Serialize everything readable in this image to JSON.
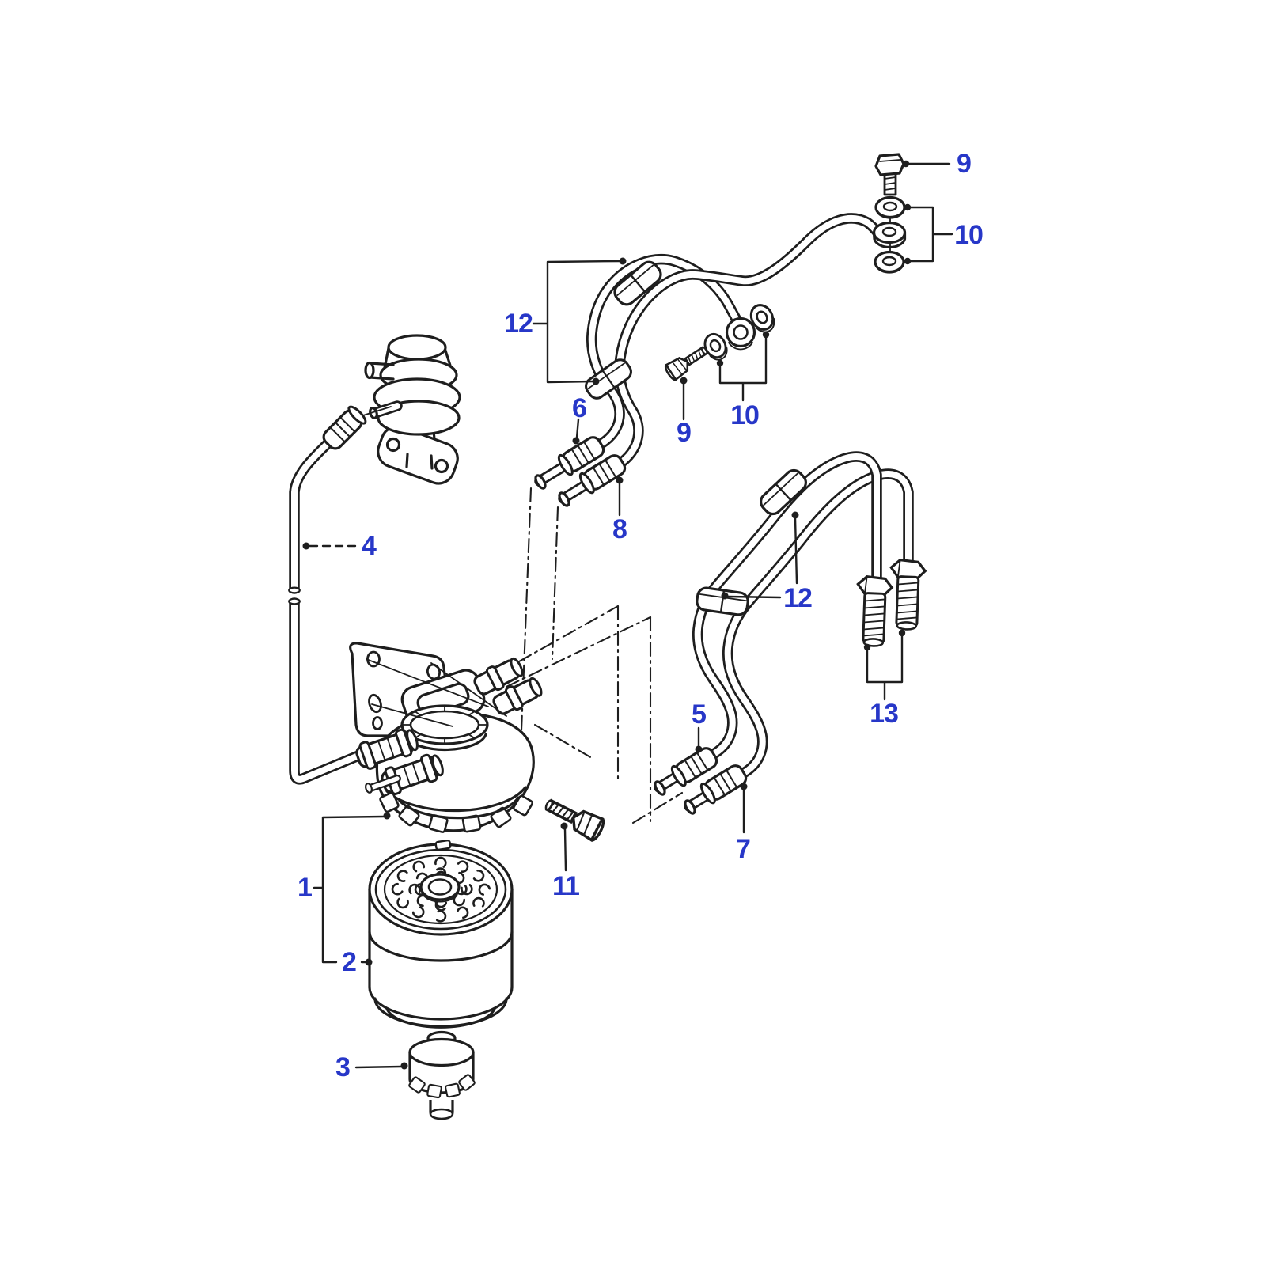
{
  "figure": {
    "kind": "exploded-parts-line-diagram",
    "background_color": "#ffffff",
    "line_color": "#1e1e1e",
    "callout_color": "#2737c8",
    "part_numbers_visible": [
      "1",
      "2",
      "3",
      "4",
      "5",
      "6",
      "7",
      "8",
      "9",
      "10",
      "11",
      "12",
      "13"
    ],
    "callouts": {
      "n1": {
        "text": "1"
      },
      "n2": {
        "text": "2"
      },
      "n3": {
        "text": "3"
      },
      "n4": {
        "text": "4"
      },
      "n5": {
        "text": "5"
      },
      "n6": {
        "text": "6"
      },
      "n7": {
        "text": "7"
      },
      "n8": {
        "text": "8"
      },
      "n9_top": {
        "text": "9"
      },
      "n9_mid": {
        "text": "9"
      },
      "n10_top": {
        "text": "10"
      },
      "n10_mid": {
        "text": "10"
      },
      "n11": {
        "text": "11"
      },
      "n12_left": {
        "text": "12"
      },
      "n12_right": {
        "text": "12"
      },
      "n13": {
        "text": "13"
      }
    }
  }
}
